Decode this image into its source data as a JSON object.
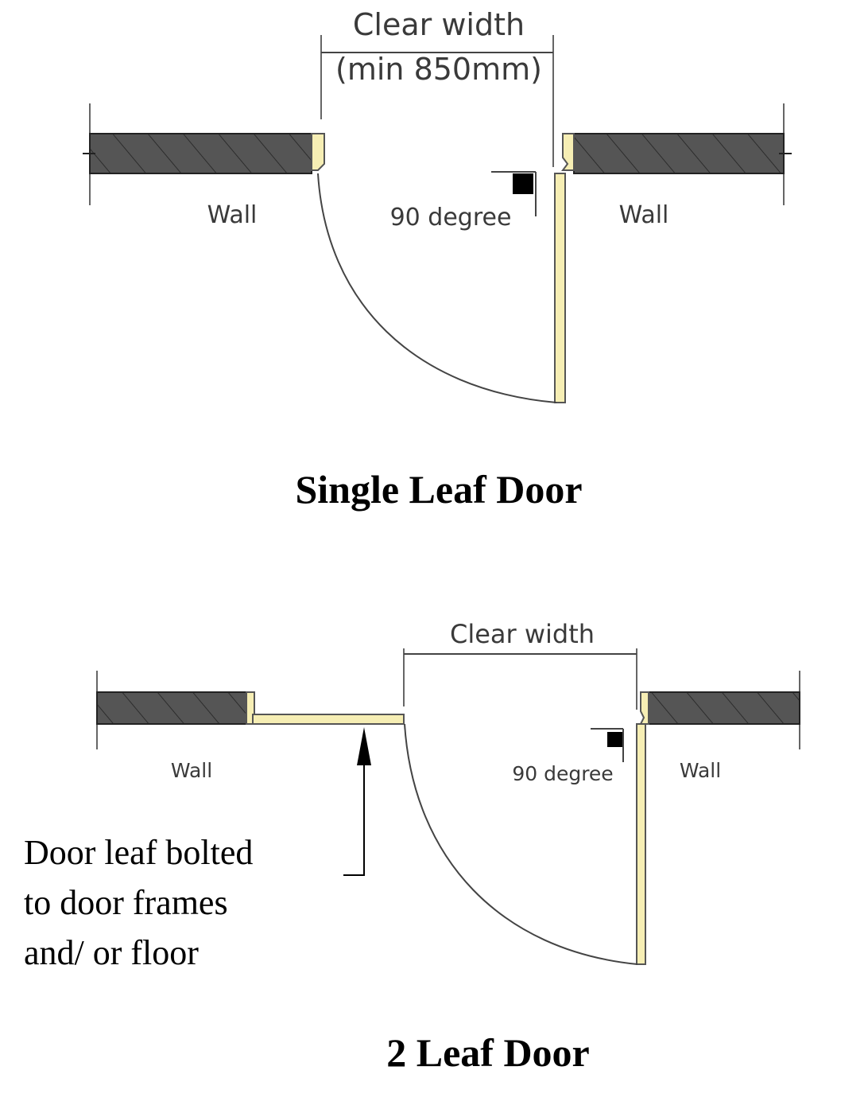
{
  "colors": {
    "wall_fill": "#555555",
    "wall_hatch": "#2a2a2a",
    "door_leaf": "#f6eeb4",
    "door_outline": "#555555"
  },
  "single": {
    "clear_width": "Clear width",
    "clear_width_min": "(min 850mm)",
    "wall_left": "Wall",
    "wall_right": "Wall",
    "angle": "90 degree",
    "title": "Single Leaf Door"
  },
  "double": {
    "clear_width": "Clear width",
    "wall_left": "Wall",
    "wall_right": "Wall",
    "angle": "90 degree",
    "note_line1": "Door leaf bolted",
    "note_line2": "to door frames",
    "note_line3": "and/ or floor",
    "title": "2 Leaf Door"
  }
}
